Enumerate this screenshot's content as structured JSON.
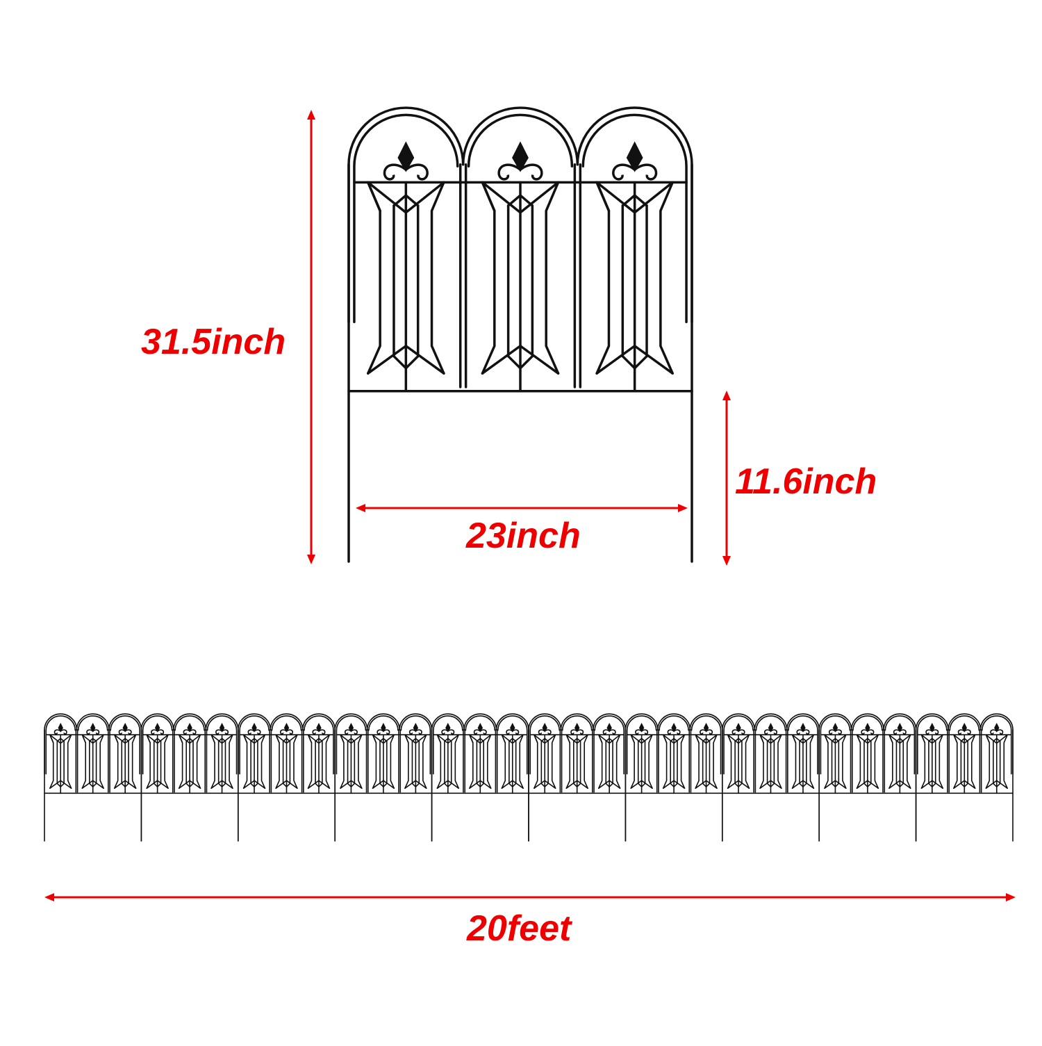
{
  "colors": {
    "dimension": "#ee0000",
    "fence": "#111111",
    "background": "#ffffff"
  },
  "dimensions": {
    "height_label": "31.5inch",
    "leg_label": "11.6inch",
    "width_label": "23inch",
    "total_label": "20feet"
  },
  "fence_row": {
    "panel_count": 10,
    "arches_per_panel": 3
  }
}
